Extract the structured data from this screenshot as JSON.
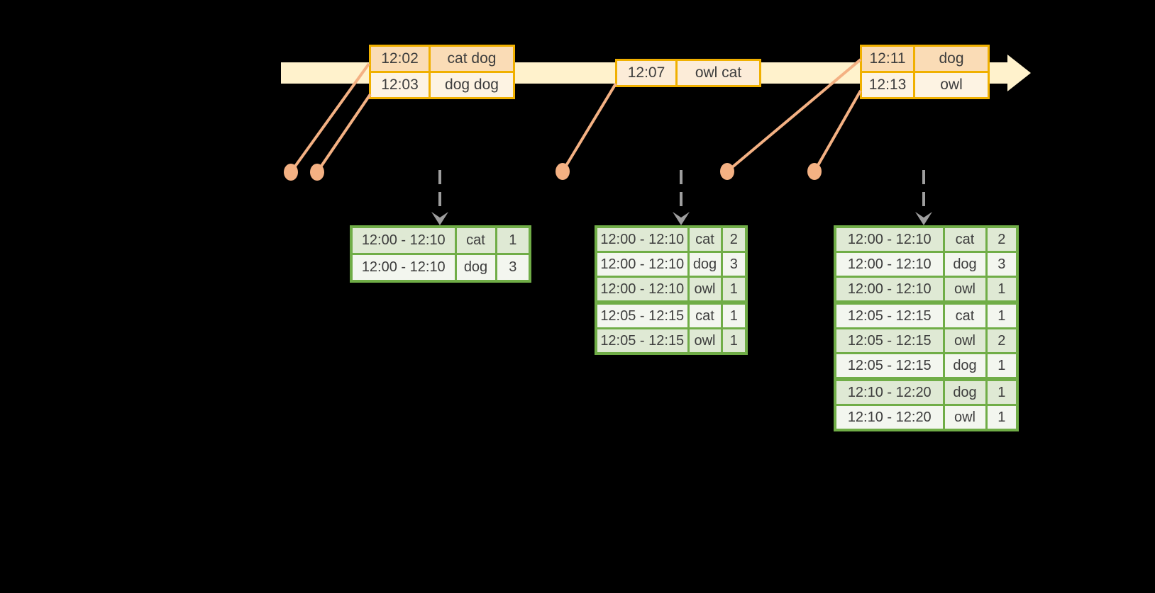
{
  "timeline": {
    "event_tables": [
      {
        "rows": [
          {
            "time": "12:02",
            "words": "cat dog"
          },
          {
            "time": "12:03",
            "words": "dog dog"
          }
        ]
      },
      {
        "rows": [
          {
            "time": "12:07",
            "words": "owl cat"
          }
        ]
      },
      {
        "rows": [
          {
            "time": "12:11",
            "words": "dog"
          },
          {
            "time": "12:13",
            "words": "owl"
          }
        ]
      }
    ]
  },
  "result_tables": [
    {
      "rows": [
        {
          "window": "12:00 - 12:10",
          "word": "cat",
          "count": "1"
        },
        {
          "window": "12:00 - 12:10",
          "word": "dog",
          "count": "3"
        }
      ]
    },
    {
      "rows": [
        {
          "window": "12:00 - 12:10",
          "word": "cat",
          "count": "2"
        },
        {
          "window": "12:00 - 12:10",
          "word": "dog",
          "count": "3"
        },
        {
          "window": "12:00 - 12:10",
          "word": "owl",
          "count": "1"
        },
        {
          "window": "12:05 - 12:15",
          "word": "cat",
          "count": "1"
        },
        {
          "window": "12:05 - 12:15",
          "word": "owl",
          "count": "1"
        }
      ]
    },
    {
      "rows": [
        {
          "window": "12:00 - 12:10",
          "word": "cat",
          "count": "2"
        },
        {
          "window": "12:00 - 12:10",
          "word": "dog",
          "count": "3"
        },
        {
          "window": "12:00 - 12:10",
          "word": "owl",
          "count": "1"
        },
        {
          "window": "12:05 - 12:15",
          "word": "cat",
          "count": "1"
        },
        {
          "window": "12:05 - 12:15",
          "word": "owl",
          "count": "2"
        },
        {
          "window": "12:05 - 12:15",
          "word": "dog",
          "count": "1"
        },
        {
          "window": "12:10 - 12:20",
          "word": "dog",
          "count": "1"
        },
        {
          "window": "12:10 - 12:20",
          "word": "owl",
          "count": "1"
        }
      ]
    }
  ],
  "colors": {
    "band": "#fff2cc",
    "gold": "#f0b000",
    "peach": "#fadcb6",
    "cream": "#fdf3e3",
    "cream_peach": "#fcecd8",
    "salmon": "#f4b183",
    "gray": "#9e9e9e",
    "green": "#70ad47",
    "sage": "#dfe9d4",
    "mist": "#f3f6ef",
    "ink": "#3d3d3d"
  }
}
